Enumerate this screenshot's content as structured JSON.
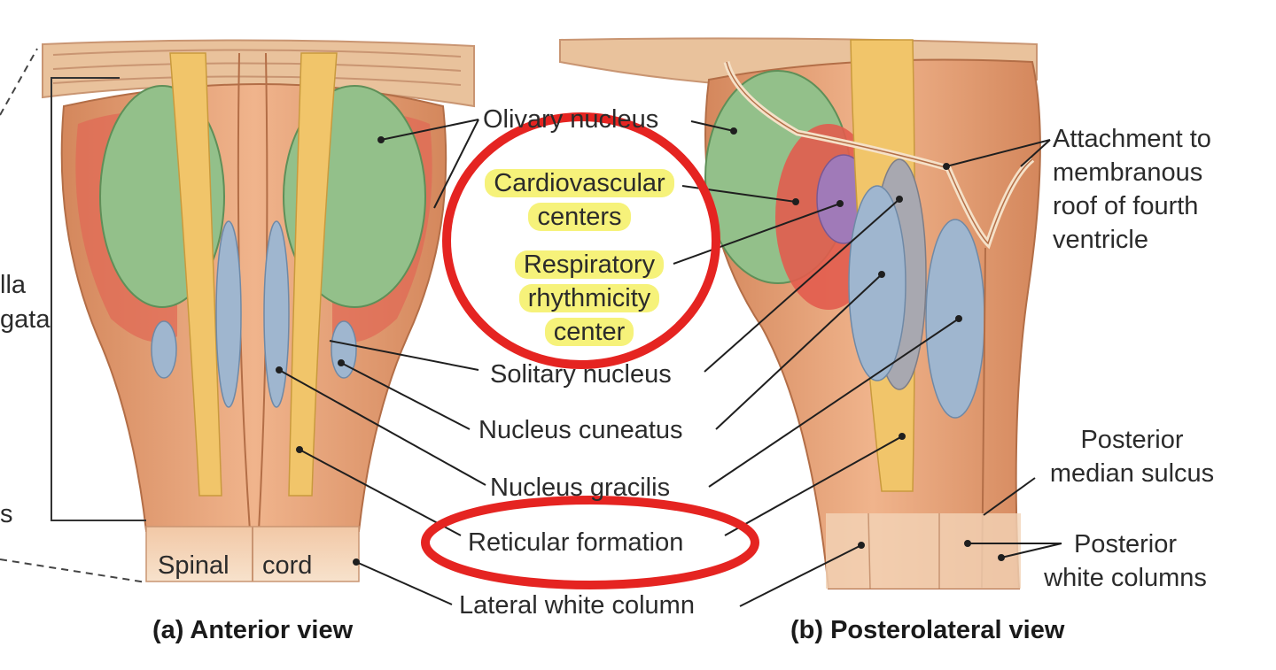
{
  "labels": {
    "olivary_nucleus": "Olivary nucleus",
    "cardiovascular_line1": "Cardiovascular",
    "cardiovascular_line2": "centers",
    "respiratory_line1": "Respiratory",
    "respiratory_line2": "rhythmicity",
    "respiratory_line3": "center",
    "solitary_nucleus": "Solitary nucleus",
    "nucleus_cuneatus": "Nucleus cuneatus",
    "nucleus_gracilis": "Nucleus gracilis",
    "reticular_formation": "Reticular formation",
    "lateral_white_column": "Lateral white column",
    "attachment_line1": "Attachment to",
    "attachment_line2": "membranous",
    "attachment_line3": "roof of fourth",
    "attachment_line4": "ventricle",
    "posterior_median_line1": "Posterior",
    "posterior_median_line2": "median sulcus",
    "posterior_white_line1": "Posterior",
    "posterior_white_line2": "white columns",
    "spinal": "Spinal",
    "cord": "cord",
    "left_cut_1": "lla",
    "left_cut_2": "gata",
    "left_cut_3": "s"
  },
  "captions": {
    "anterior": "(a) Anterior view",
    "posterolateral": "(b) Posterolateral view"
  },
  "colors": {
    "tissue": "#e8a57a",
    "tissue_dark": "#d98a5e",
    "green_nucleus": "#8fbf86",
    "blue_nucleus": "#9fb6cf",
    "yellow_tract": "#f1c56a",
    "red_region": "#e25c4e",
    "purple_region": "#a07ab8",
    "annotation_red": "#e52421",
    "highlight": "#f6f27a"
  }
}
